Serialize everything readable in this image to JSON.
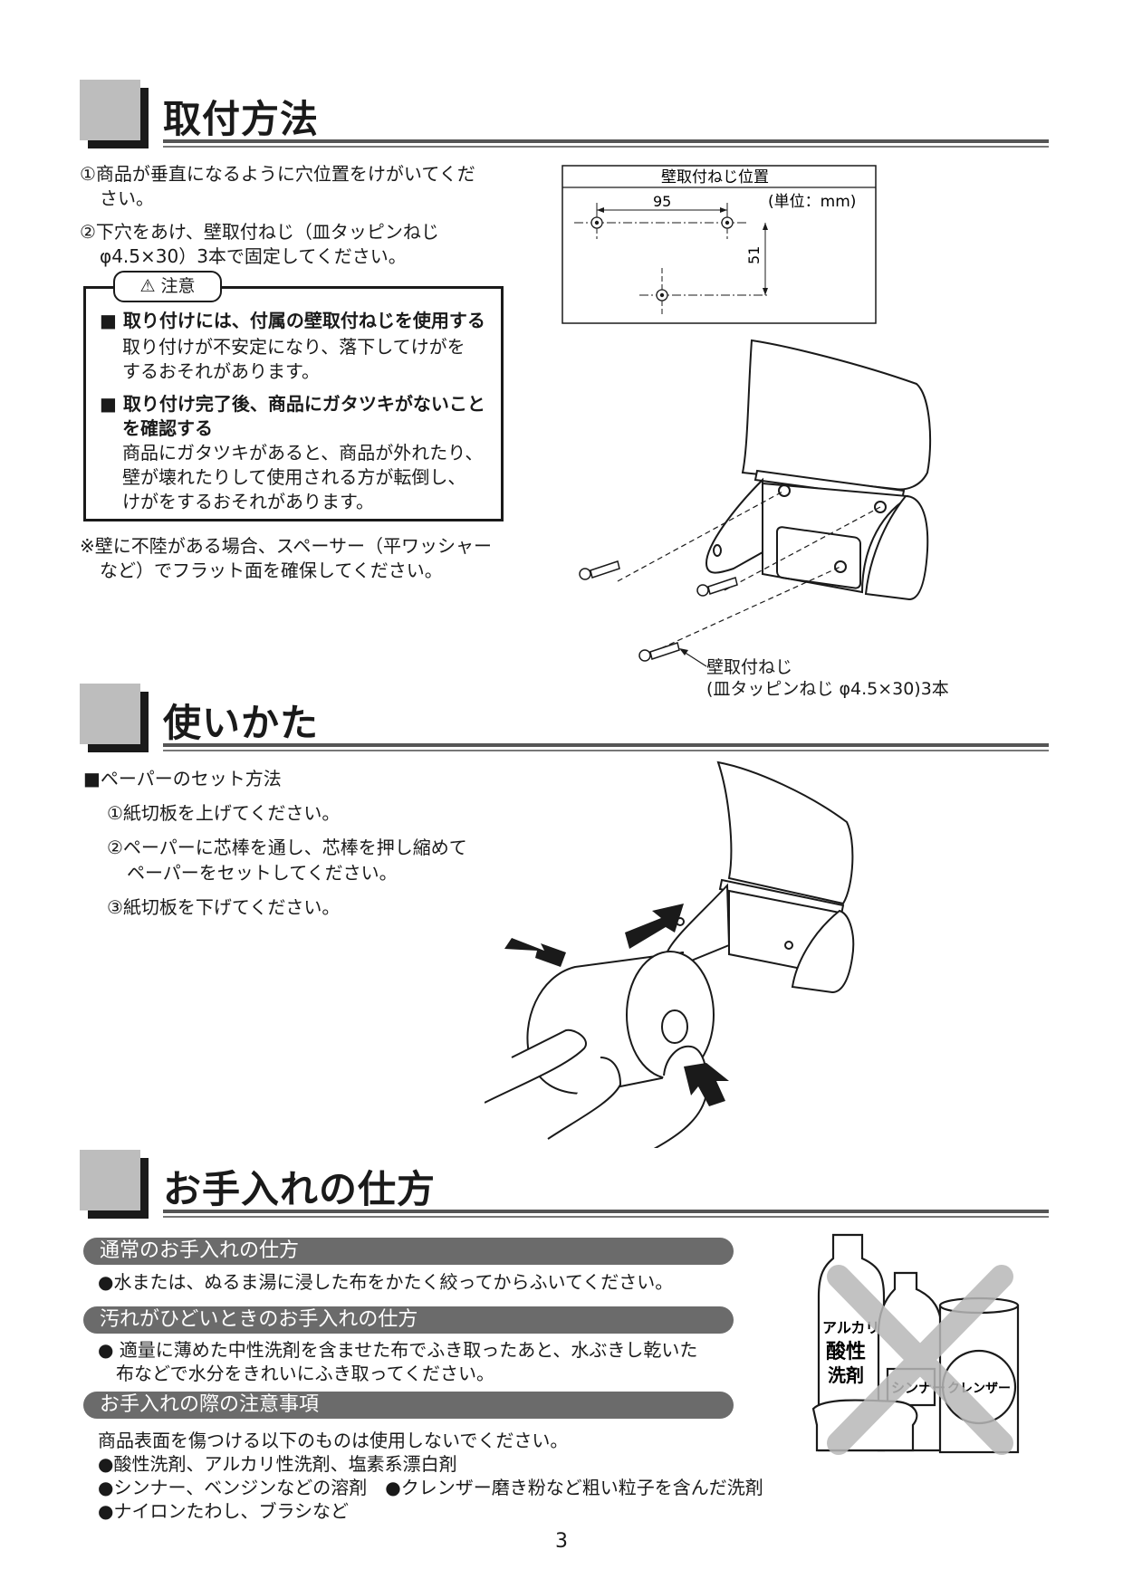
{
  "sections": {
    "install": {
      "title": "取付方法",
      "steps": [
        "①商品が垂直になるように穴位置をけがいてくだ",
        "さい。",
        "②下穴をあけ、壁取付ねじ（皿タッピンねじ",
        "φ4.5×30）3本で固定してください。"
      ],
      "caution_label": "⚠ 注意",
      "caution": [
        "■ 取り付けには、付属の壁取付ねじを使用する",
        "取り付けが不安定になり、落下してけがを",
        "するおそれがあります。",
        "■ 取り付け完了後、商品にガタツキがないこと",
        "を確認する",
        "商品にガタツキがあると、商品が外れたり、",
        "壁が壊れたりして使用される方が転倒し、",
        "けがをするおそれがあります。"
      ],
      "note": [
        "※壁に不陸がある場合、スペーサー（平ワッシャー",
        "など）でフラット面を確保してください。"
      ],
      "diagram": {
        "title": "壁取付ねじ位置",
        "unit": "(単位：mm)",
        "dim_h": "95",
        "dim_v": "51"
      },
      "screw_label": [
        "壁取付ねじ",
        "(皿タッピンねじ φ4.5×30)3本"
      ]
    },
    "usage": {
      "title": "使いかた",
      "lines": [
        "■ペーパーのセット方法",
        "①紙切板を上げてください。",
        "②ペーパーに芯棒を通し、芯棒を押し縮めて",
        "ペーパーをセットしてください。",
        "③紙切板を下げてください。"
      ]
    },
    "care": {
      "title": "お手入れの仕方",
      "normal_title": "通常のお手入れの仕方",
      "normal_text": "●水または、ぬるま湯に浸した布をかたく絞ってからふいてください。",
      "dirty_title": "汚れがひどいときのお手入れの仕方",
      "dirty_text": [
        "● 適量に薄めた中性洗剤を含ませた布でふき取ったあと、水ぶきし乾いた",
        "布などで水分をきれいにふき取ってください。"
      ],
      "notice_title": "お手入れの際の注意事項",
      "notice_text": [
        "商品表面を傷つける以下のものは使用しないでください。",
        "●酸性洗剤、アルカリ性洗剤、塩素系漂白剤",
        "●シンナー、ベンジンなどの溶剤　●クレンザー磨き粉など粗い粒子を含んだ洗剤",
        "●ナイロンたわし、ブラシなど"
      ],
      "bottle_labels": {
        "bottle1": [
          "アルカリ",
          "酸性",
          "洗剤"
        ],
        "bottle2": "シンナー",
        "can": "クレンザー"
      }
    }
  },
  "page_number": "3"
}
